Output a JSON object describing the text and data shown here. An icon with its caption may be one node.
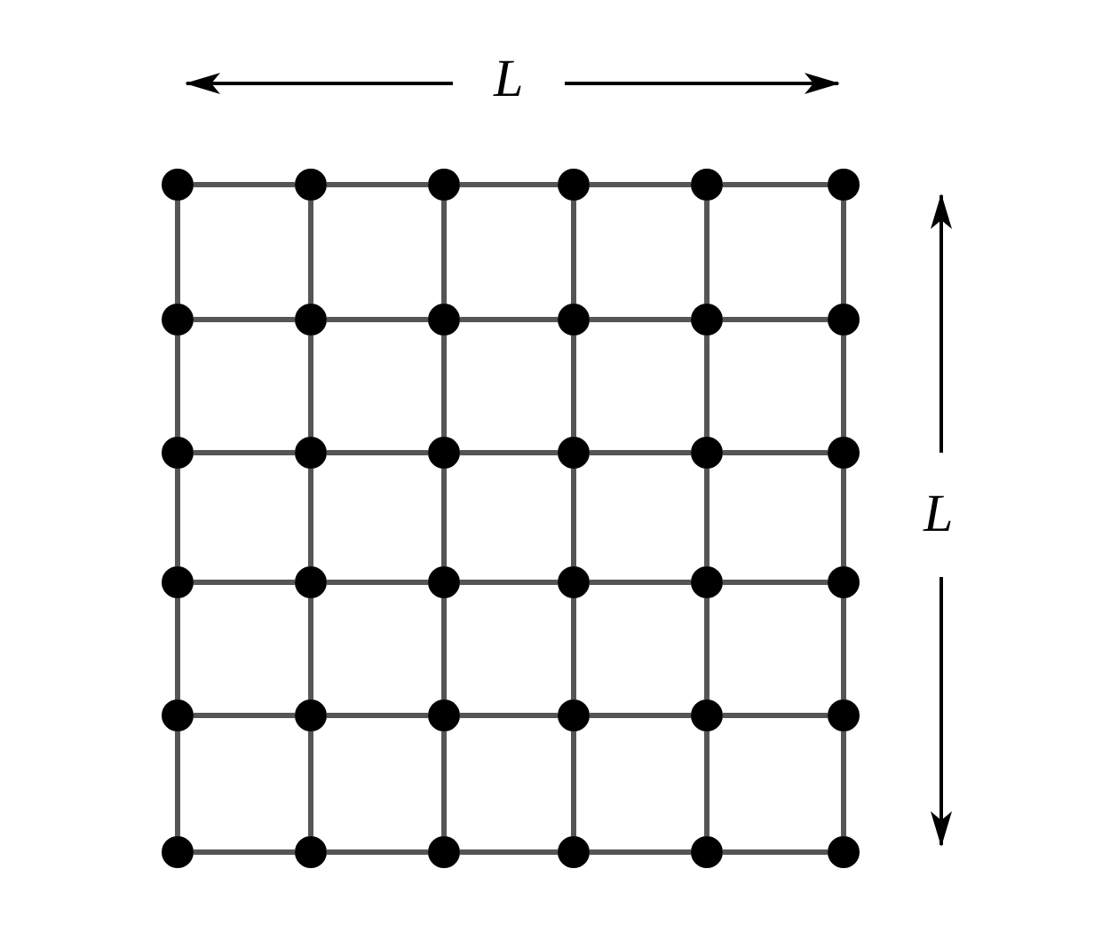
{
  "diagram": {
    "nodes": [
      {
        "text": [],
        "shape": "circle"
      },
      {
        "text": [],
        "shape": "circle"
      },
      {
        "text": [],
        "shape": "circle"
      },
      {
        "text": [],
        "shape": "circle"
      },
      {
        "text": [],
        "shape": "circle"
      },
      {
        "text": [],
        "shape": "circle"
      },
      {
        "text": [],
        "shape": "circle"
      },
      {
        "text": [],
        "shape": "circle"
      },
      {
        "text": [],
        "shape": "circle"
      },
      {
        "text": [],
        "shape": "circle"
      },
      {
        "text": [],
        "shape": "circle"
      },
      {
        "text": [],
        "shape": "circle"
      },
      {
        "text": [],
        "shape": "circle"
      },
      {
        "text": [],
        "shape": "circle"
      },
      {
        "text": [],
        "shape": "circle"
      },
      {
        "text": [],
        "shape": "circle"
      },
      {
        "text": [],
        "shape": "circle"
      },
      {
        "text": [],
        "shape": "circle"
      },
      {
        "text": [],
        "shape": "circle"
      },
      {
        "text": [],
        "shape": "circle"
      },
      {
        "text": [],
        "shape": "circle"
      },
      {
        "text": [],
        "shape": "circle"
      },
      {
        "text": [],
        "shape": "circle"
      },
      {
        "text": [],
        "shape": "circle"
      },
      {
        "text": [],
        "shape": "circle"
      },
      {
        "text": [],
        "shape": "circle"
      },
      {
        "text": [],
        "shape": "circle"
      },
      {
        "text": [],
        "shape": "circle"
      },
      {
        "text": [],
        "shape": "circle"
      },
      {
        "text": [],
        "shape": "circle"
      },
      {
        "text": [],
        "shape": "circle"
      },
      {
        "text": [],
        "shape": "circle"
      },
      {
        "text": [],
        "shape": "circle"
      },
      {
        "text": [],
        "shape": "circle"
      },
      {
        "text": [],
        "shape": "circle"
      },
      {
        "text": [],
        "shape": "circle"
      }
    ],
    "edges": [
      {
        "from": 0,
        "to": 1,
        "arrow": "none"
      },
      {
        "from": 0,
        "to": 6,
        "arrow": "none"
      },
      {
        "from": 1,
        "to": 2,
        "arrow": "none"
      },
      {
        "from": 1,
        "to": 7,
        "arrow": "none"
      },
      {
        "from": 2,
        "to": 3,
        "arrow": "none"
      },
      {
        "from": 2,
        "to": 8,
        "arrow": "none"
      },
      {
        "from": 3,
        "to": 4,
        "arrow": "none"
      },
      {
        "from": 3,
        "to": 9,
        "arrow": "none"
      },
      {
        "from": 4,
        "to": 5,
        "arrow": "none"
      },
      {
        "from": 4,
        "to": 10,
        "arrow": "none"
      },
      {
        "from": 5,
        "to": 11,
        "arrow": "none"
      },
      {
        "from": 6,
        "to": 7,
        "arrow": "none"
      },
      {
        "from": 6,
        "to": 12,
        "arrow": "none"
      },
      {
        "from": 7,
        "to": 8,
        "arrow": "none"
      },
      {
        "from": 7,
        "to": 13,
        "arrow": "none"
      },
      {
        "from": 8,
        "to": 9,
        "arrow": "none"
      },
      {
        "from": 8,
        "to": 14,
        "arrow": "none"
      },
      {
        "from": 9,
        "to": 10,
        "arrow": "none"
      },
      {
        "from": 9,
        "to": 15,
        "arrow": "none"
      },
      {
        "from": 10,
        "to": 11,
        "arrow": "none"
      },
      {
        "from": 10,
        "to": 16,
        "arrow": "none"
      },
      {
        "from": 11,
        "to": 17,
        "arrow": "none"
      },
      {
        "from": 12,
        "to": 13,
        "arrow": "none"
      },
      {
        "from": 12,
        "to": 18,
        "arrow": "none"
      },
      {
        "from": 13,
        "to": 14,
        "arrow": "none"
      },
      {
        "from": 13,
        "to": 19,
        "arrow": "none"
      },
      {
        "from": 14,
        "to": 15,
        "arrow": "none"
      },
      {
        "from": 14,
        "to": 20,
        "arrow": "none"
      },
      {
        "from": 15,
        "to": 16,
        "arrow": "none"
      },
      {
        "from": 15,
        "to": 21,
        "arrow": "none"
      },
      {
        "from": 16,
        "to": 17,
        "arrow": "none"
      },
      {
        "from": 16,
        "to": 22,
        "arrow": "none"
      },
      {
        "from": 17,
        "to": 23,
        "arrow": "none"
      },
      {
        "from": 18,
        "to": 19,
        "arrow": "none"
      },
      {
        "from": 18,
        "to": 24,
        "arrow": "none"
      },
      {
        "from": 19,
        "to": 20,
        "arrow": "none"
      },
      {
        "from": 19,
        "to": 25,
        "arrow": "none"
      },
      {
        "from": 20,
        "to": 21,
        "arrow": "none"
      },
      {
        "from": 20,
        "to": 26,
        "arrow": "none"
      },
      {
        "from": 21,
        "to": 22,
        "arrow": "none"
      },
      {
        "from": 21,
        "to": 27,
        "arrow": "none"
      },
      {
        "from": 22,
        "to": 23,
        "arrow": "none"
      },
      {
        "from": 22,
        "to": 28,
        "arrow": "none"
      },
      {
        "from": 23,
        "to": 29,
        "arrow": "none"
      },
      {
        "from": 24,
        "to": 25,
        "arrow": "none"
      },
      {
        "from": 24,
        "to": 30,
        "arrow": "none"
      },
      {
        "from": 25,
        "to": 26,
        "arrow": "none"
      },
      {
        "from": 25,
        "to": 31,
        "arrow": "none"
      },
      {
        "from": 26,
        "to": 27,
        "arrow": "none"
      },
      {
        "from": 26,
        "to": 32,
        "arrow": "none"
      },
      {
        "from": 27,
        "to": 28,
        "arrow": "none"
      },
      {
        "from": 27,
        "to": 33,
        "arrow": "none"
      },
      {
        "from": 28,
        "to": 29,
        "arrow": "none"
      },
      {
        "from": 28,
        "to": 34,
        "arrow": "none"
      },
      {
        "from": 29,
        "to": 35,
        "arrow": "none"
      },
      {
        "from": 30,
        "to": 31,
        "arrow": "none"
      },
      {
        "from": 31,
        "to": 32,
        "arrow": "none"
      },
      {
        "from": 32,
        "to": 33,
        "arrow": "none"
      },
      {
        "from": 33,
        "to": 34,
        "arrow": "none"
      },
      {
        "from": 34,
        "to": 35,
        "arrow": "none"
      }
    ],
    "labels": [
      "L",
      "L"
    ]
  }
}
